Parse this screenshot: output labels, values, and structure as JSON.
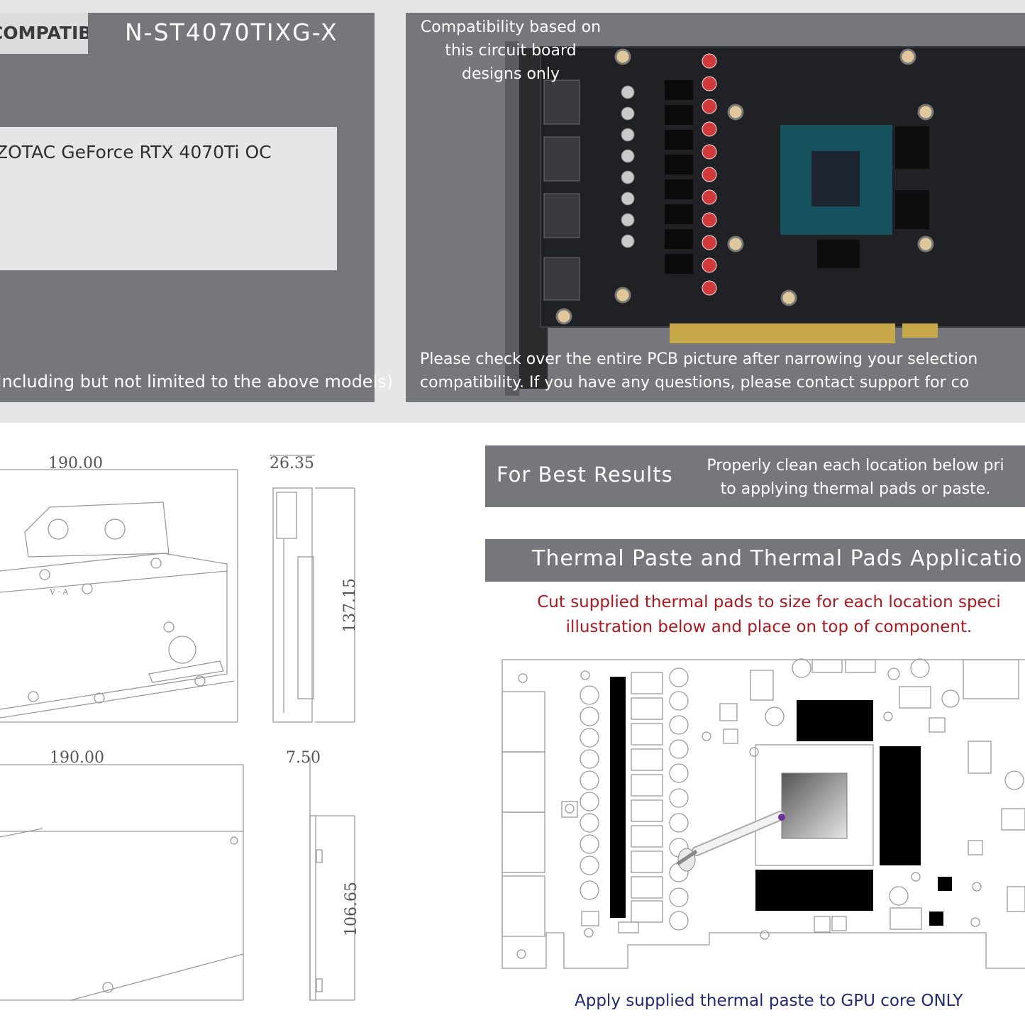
{
  "compatibility": {
    "tab_label": "COMPATIBILITY",
    "model_code": "N-ST4070TIXG-X",
    "model_name": "ZOTAC GeForce RTX 4070Ti OC",
    "note": "(Including but not limited to the above models)"
  },
  "pcb": {
    "top_caption": "Compatibility based on this circuit board designs only",
    "bottom_caption_line1": "Please check over the entire PCB picture after narrowing your selection",
    "bottom_caption_line2": "compatibility. If you have any questions, please contact support for co"
  },
  "drawings": {
    "front_width": "190.00",
    "side_depth": "26.35",
    "side_height": "137.15",
    "back_width": "190.00",
    "back_depth": "7.50",
    "back_height": "106.65"
  },
  "best_results": {
    "title": "For Best Results",
    "line1": "Properly clean each location below pri",
    "line2": "to applying thermal pads or paste."
  },
  "thermal": {
    "title": "Thermal Paste and Thermal Pads Applicatio",
    "cut_line1": "Cut supplied thermal pads to size for each location speci",
    "cut_line2": "illustration below and place on top of component.",
    "paste_note": "Apply supplied thermal paste to GPU core ONLY"
  },
  "colors": {
    "panel_gray": "#76767d",
    "warning_red": "#b5141b",
    "note_blue": "#1f2a7a"
  }
}
